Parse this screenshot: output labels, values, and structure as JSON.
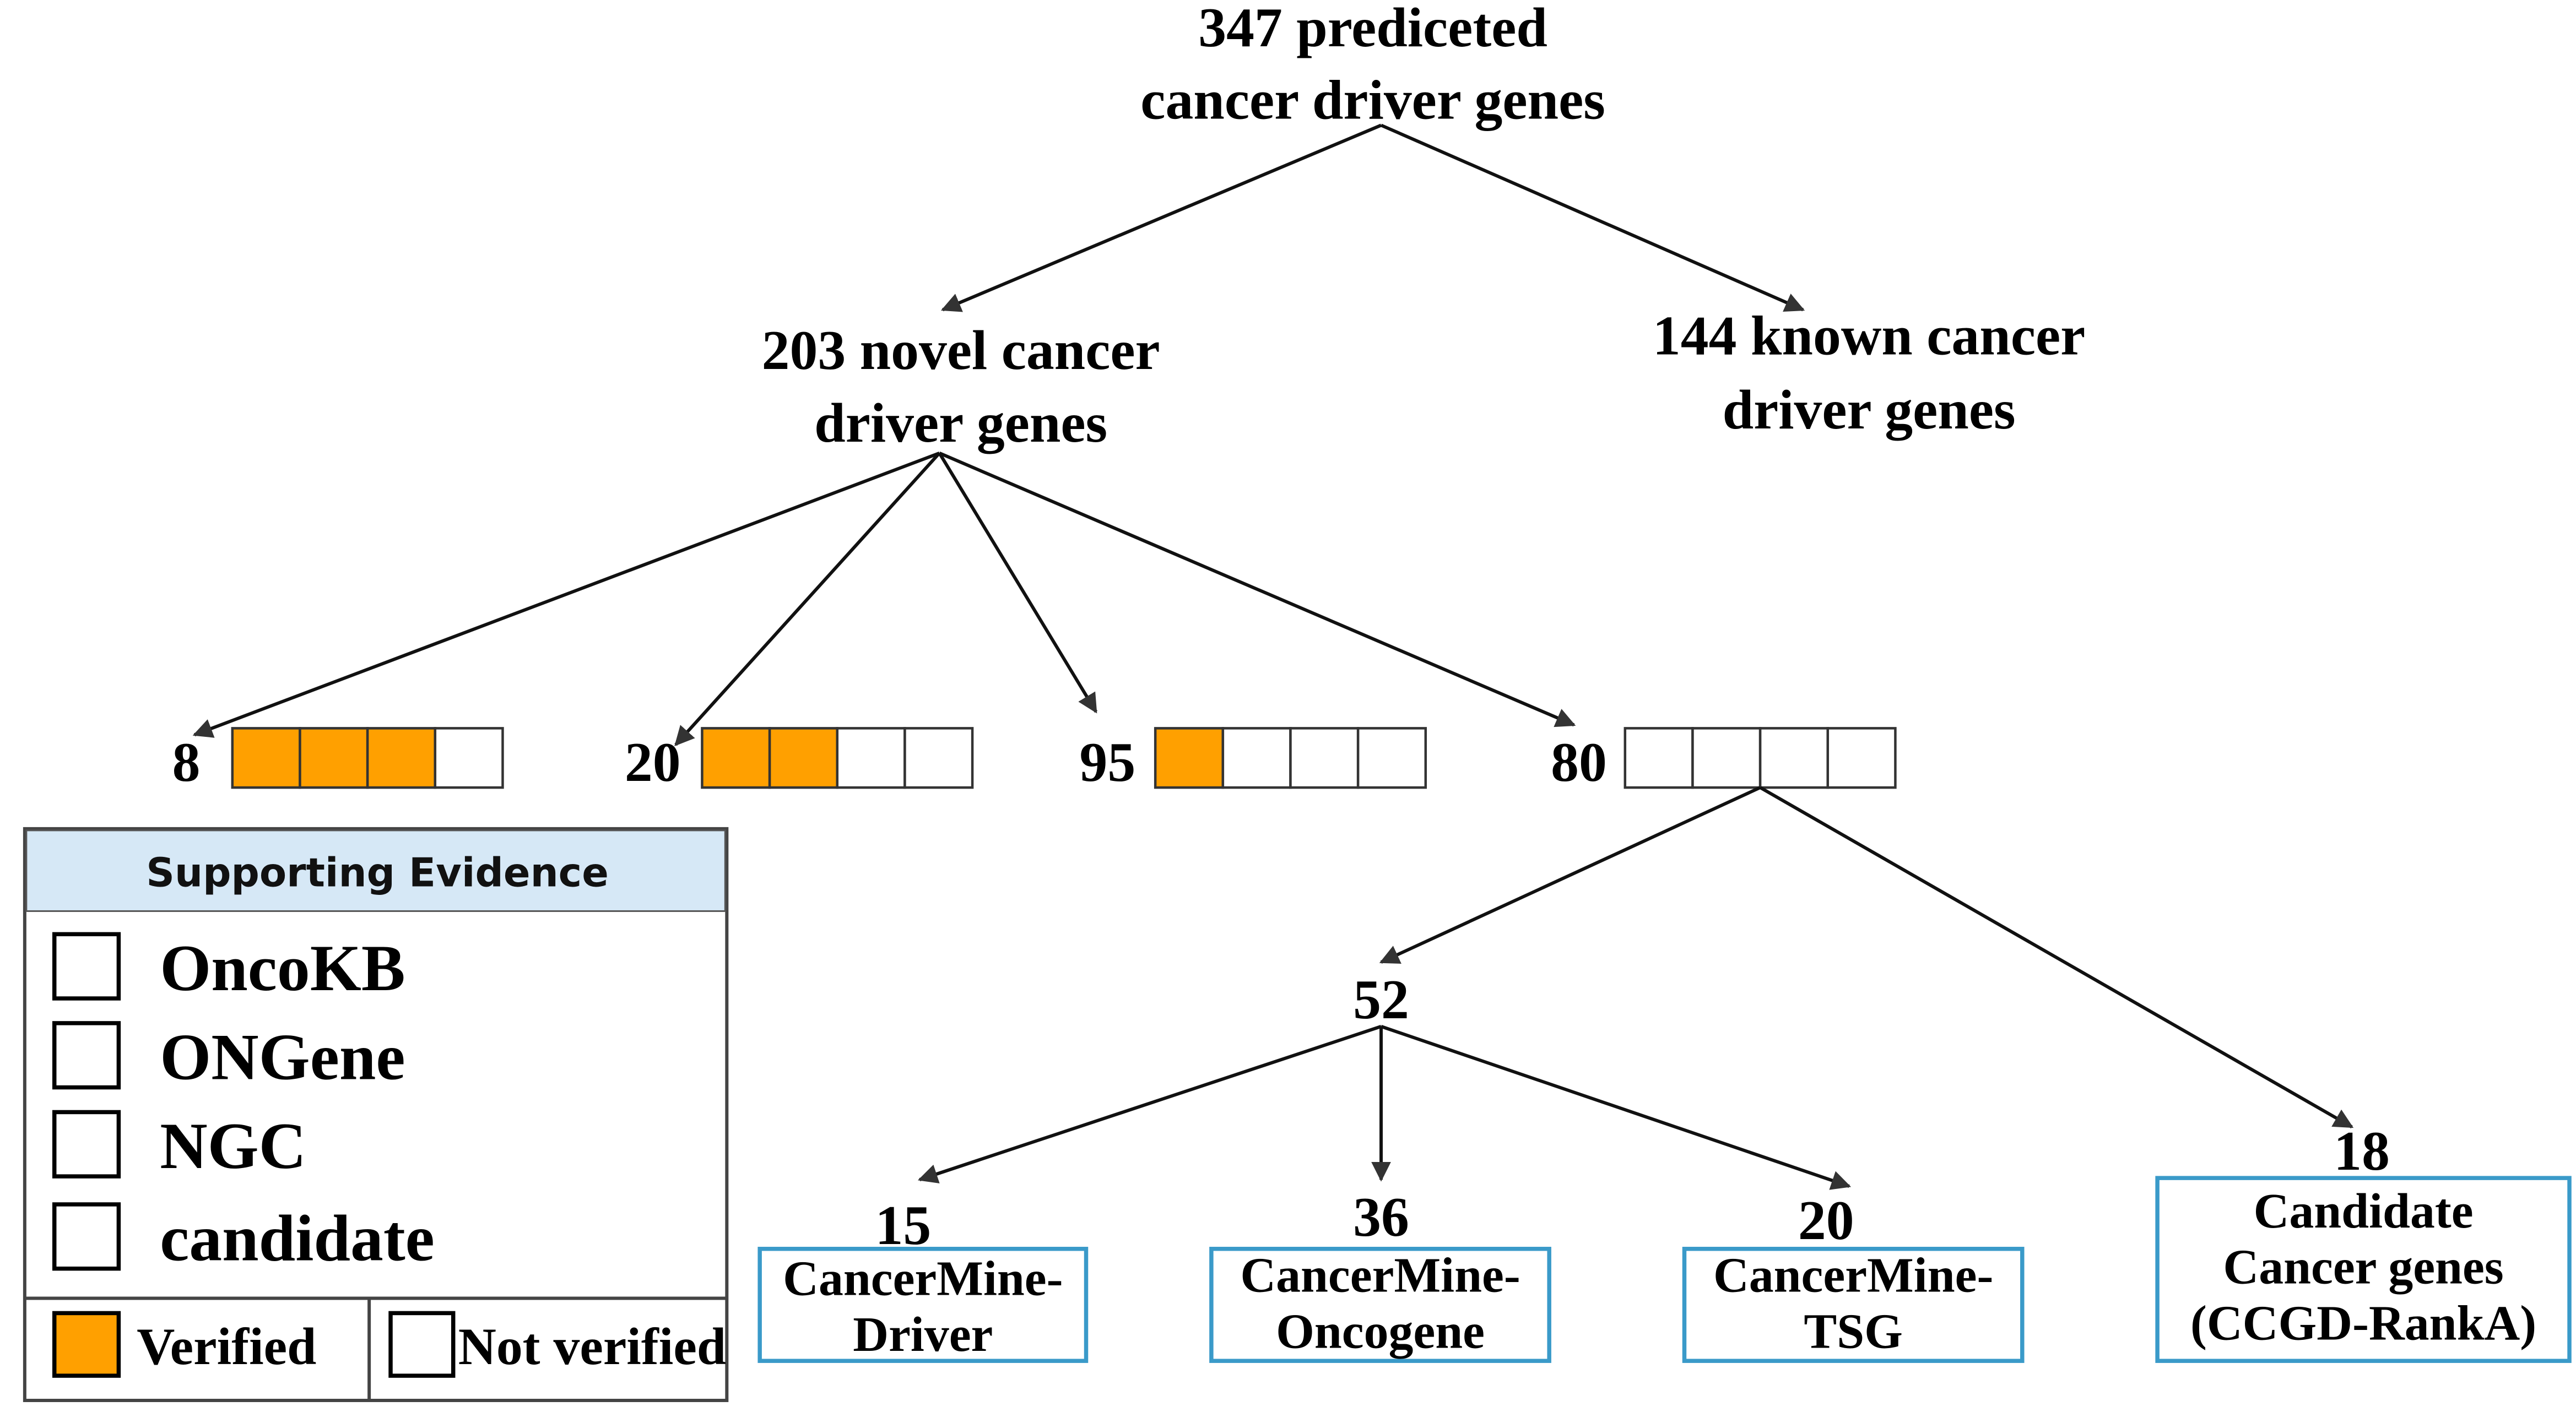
{
  "root": {
    "line1": "347 prediceted",
    "line2": "cancer driver genes"
  },
  "novel": {
    "line1": "203 novel cancer",
    "line2": "driver genes"
  },
  "known": {
    "line1": "144 known cancer",
    "line2": "driver genes"
  },
  "evidence_groups": [
    {
      "count": "8",
      "verified": [
        true,
        true,
        true,
        false
      ]
    },
    {
      "count": "20",
      "verified": [
        true,
        true,
        false,
        false
      ]
    },
    {
      "count": "95",
      "verified": [
        true,
        false,
        false,
        false
      ]
    },
    {
      "count": "80",
      "verified": [
        false,
        false,
        false,
        false
      ]
    }
  ],
  "sub": {
    "count": "52"
  },
  "leaves": [
    {
      "count": "15",
      "lines": [
        "CancerMine-",
        "Driver"
      ]
    },
    {
      "count": "36",
      "lines": [
        "CancerMine-",
        "Oncogene"
      ]
    },
    {
      "count": "20",
      "lines": [
        "CancerMine-",
        "TSG"
      ]
    },
    {
      "count": "18",
      "lines": [
        "Candidate",
        "Cancer genes",
        "(CCGD-RankA)"
      ]
    }
  ],
  "legend": {
    "title": "Supporting Evidence",
    "items": [
      "OncoKB",
      "ONGene",
      "NGC",
      "candidate"
    ],
    "verified": "Verified",
    "not_verified": "Not verified"
  },
  "colors": {
    "verified": "#ffa000",
    "leaf_border": "#3a9ac9",
    "legend_header": "#d6e8f6"
  }
}
